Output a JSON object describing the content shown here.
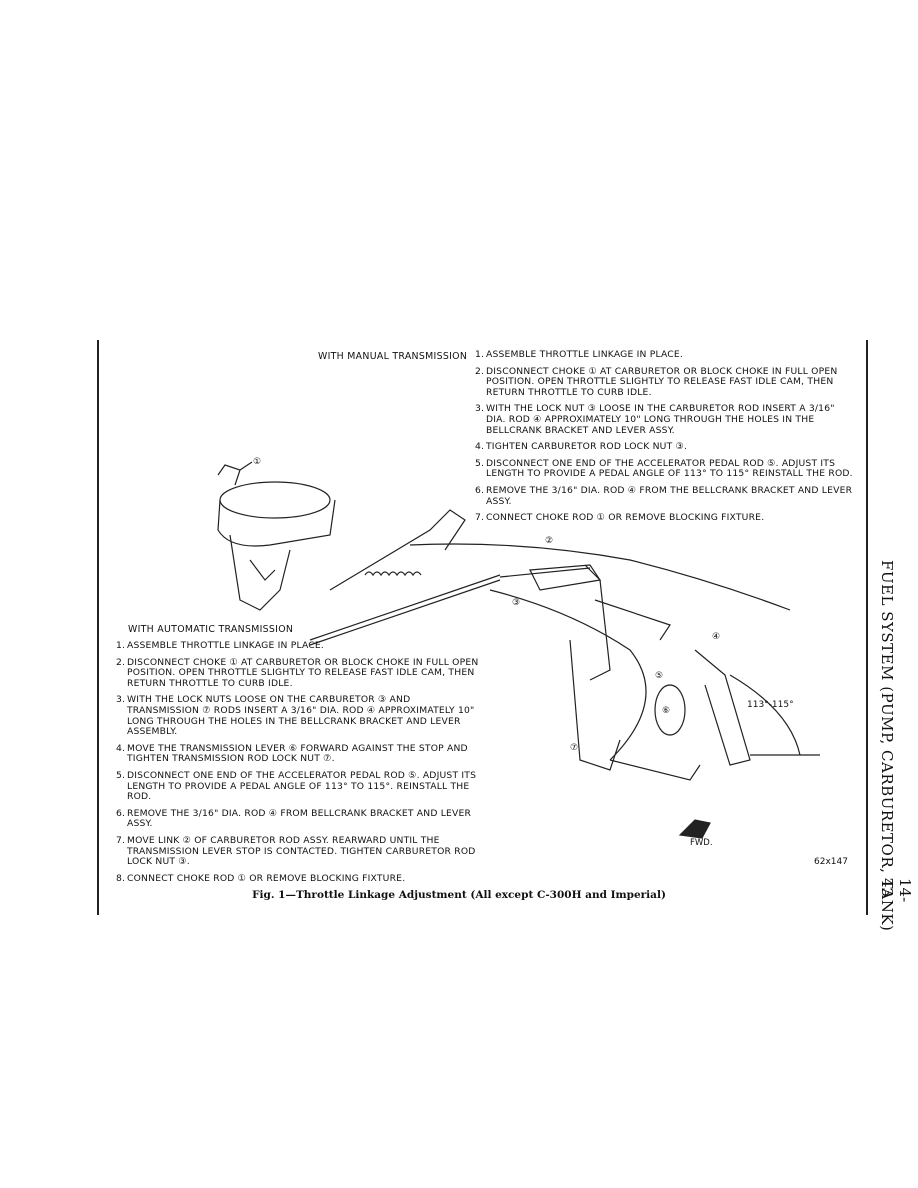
{
  "manual": {
    "heading": "WITH MANUAL TRANSMISSION",
    "steps": [
      {
        "n": "1.",
        "text": "ASSEMBLE THROTTLE LINKAGE IN PLACE."
      },
      {
        "n": "2.",
        "text": "DISCONNECT CHOKE ① AT CARBURETOR OR BLOCK CHOKE IN FULL OPEN POSITION. OPEN THROTTLE SLIGHTLY TO RELEASE FAST IDLE CAM, THEN RETURN THROTTLE TO CURB IDLE."
      },
      {
        "n": "3.",
        "text": "WITH THE LOCK NUT ③ LOOSE IN THE CARBURETOR ROD INSERT A 3/16\" DIA. ROD ④ APPROXIMATELY 10\" LONG THROUGH THE HOLES IN THE BELLCRANK BRACKET AND LEVER ASSY."
      },
      {
        "n": "4.",
        "text": "TIGHTEN CARBURETOR ROD LOCK NUT ③."
      },
      {
        "n": "5.",
        "text": "DISCONNECT ONE END OF THE ACCELERATOR PEDAL ROD ⑤. ADJUST ITS LENGTH TO PROVIDE A PEDAL ANGLE OF 113° TO 115° REINSTALL THE ROD."
      },
      {
        "n": "6.",
        "text": "REMOVE THE 3/16\" DIA. ROD ④ FROM THE BELLCRANK BRACKET AND LEVER ASSY."
      },
      {
        "n": "7.",
        "text": "CONNECT CHOKE ROD ① OR REMOVE BLOCKING FIXTURE."
      }
    ]
  },
  "automatic": {
    "heading": "WITH AUTOMATIC TRANSMISSION",
    "steps": [
      {
        "n": "1.",
        "text": "ASSEMBLE THROTTLE LINKAGE IN PLACE."
      },
      {
        "n": "2.",
        "text": "DISCONNECT CHOKE ① AT CARBURETOR OR BLOCK CHOKE IN FULL OPEN POSITION. OPEN THROTTLE SLIGHTLY TO RELEASE FAST IDLE CAM, THEN RETURN THROTTLE TO CURB IDLE."
      },
      {
        "n": "3.",
        "text": "WITH THE LOCK NUTS LOOSE ON THE CARBURETOR ③ AND TRANSMISSION ⑦ RODS INSERT A 3/16\" DIA. ROD ④ APPROXIMATELY 10\" LONG THROUGH THE HOLES IN THE BELLCRANK BRACKET AND LEVER ASSEMBLY."
      },
      {
        "n": "4.",
        "text": "MOVE THE TRANSMISSION LEVER ⑥ FORWARD AGAINST THE STOP AND TIGHTEN TRANSMISSION ROD LOCK NUT ⑦."
      },
      {
        "n": "5.",
        "text": "DISCONNECT ONE END OF THE ACCELERATOR PEDAL ROD ⑤. ADJUST ITS LENGTH TO PROVIDE A PEDAL ANGLE OF 113° TO 115°. REINSTALL THE ROD."
      },
      {
        "n": "6.",
        "text": "REMOVE THE 3/16\" DIA. ROD ④ FROM BELLCRANK BRACKET AND LEVER ASSY."
      },
      {
        "n": "7.",
        "text": "MOVE LINK ② OF CARBURETOR ROD ASSY. REARWARD UNTIL THE TRANSMISSION LEVER STOP IS CONTACTED. TIGHTEN CARBURETOR ROD LOCK NUT ③."
      },
      {
        "n": "8.",
        "text": "CONNECT CHOKE ROD ① OR REMOVE BLOCKING FIXTURE."
      }
    ]
  },
  "figure": {
    "callouts": [
      "①",
      "②",
      "③",
      "④",
      "⑤",
      "⑥",
      "⑦"
    ],
    "angle_label": "113°-115°",
    "fwd_label": "FWD.",
    "fig_id": "62x147",
    "caption": "Fig. 1—Throttle Linkage Adjustment (All except C-300H and Imperial)"
  },
  "side": {
    "section_title": "FUEL SYSTEM (PUMP, CARBURETOR, TANK)",
    "page_number": "14-43"
  }
}
